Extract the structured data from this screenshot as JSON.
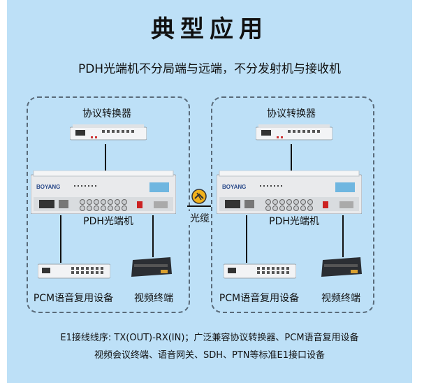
{
  "title": "典型应用",
  "subtitle": "PDH光端机不分局端与远端，不分发射机与接收机",
  "left_group": {
    "converter_label": "协议转换器",
    "pdh_label": "PDH光端机",
    "pcm_label": "PCM语音复用设备",
    "video_label": "视频终端"
  },
  "right_group": {
    "converter_label": "协议转换器",
    "pdh_label": "PDH光端机",
    "pcm_label": "PCM语音复用设备",
    "video_label": "视频终端"
  },
  "fiber_label": "光缆",
  "brand_logo": "BOYANG",
  "description_line1": "E1接线线序: TX(OUT)-RX(IN)；广泛兼容协议转换器、PCM语音复用设备",
  "description_line2": "视频会议终端、语音网关、SDH、PTN等标准E1接口设备",
  "colors": {
    "panel": "#bde0f7",
    "fiber_icon": "#f2b21c",
    "device_body": "#e9eaec"
  },
  "icons": [
    "fiber-cable-icon"
  ]
}
